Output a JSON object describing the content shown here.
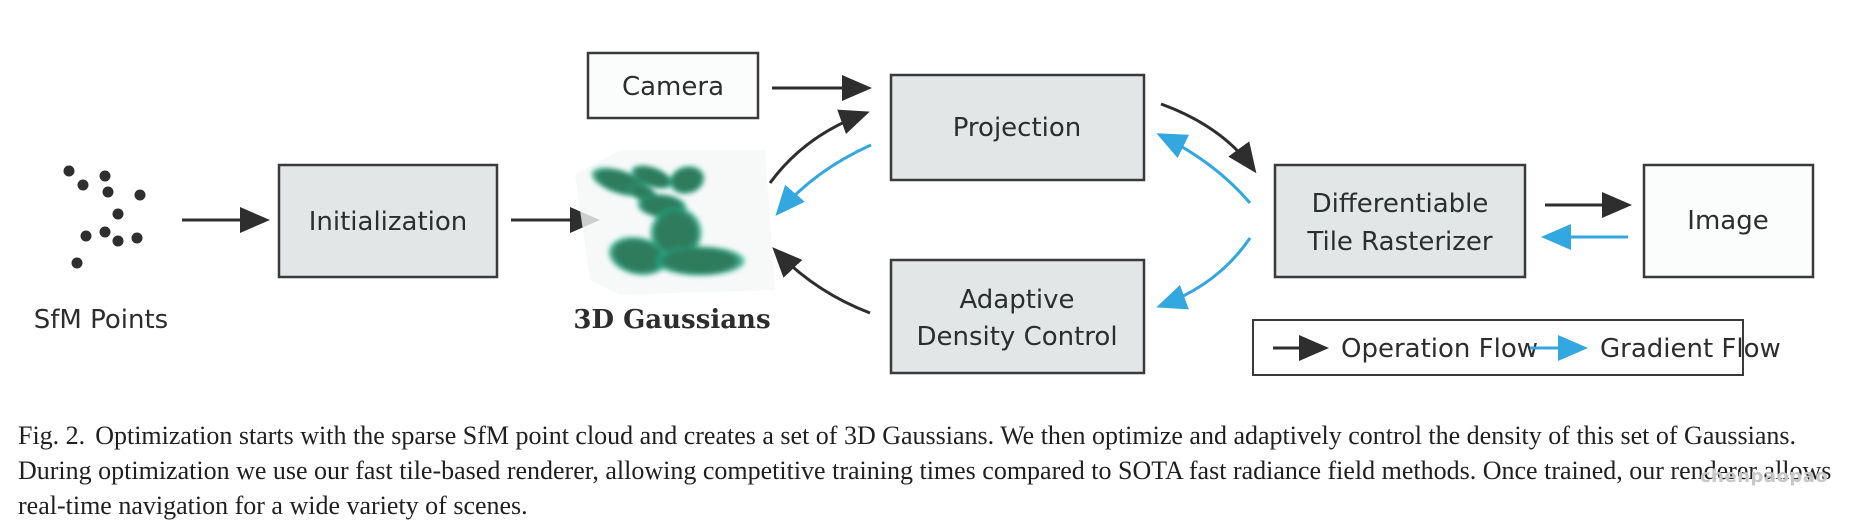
{
  "colors": {
    "operation": "#2e2e2e",
    "gradient": "#33a7df",
    "box_fill_grey": "#e3e6e7",
    "box_fill_white": "#fbfcfc",
    "box_border": "#3a3a3a",
    "gaussian_green": "#2e7d5e",
    "gaussian_edge": "#12b38a"
  },
  "nodes": {
    "sfm_points": {
      "label": "SfM Points"
    },
    "initialization": {
      "label": "Initialization"
    },
    "gaussians": {
      "label": "3D Gaussians"
    },
    "camera": {
      "label": "Camera"
    },
    "projection": {
      "label": "Projection"
    },
    "adaptive_density_control": {
      "label_line1": "Adaptive",
      "label_line2": "Density Control"
    },
    "rasterizer": {
      "label_line1": "Differentiable",
      "label_line2": "Tile Rasterizer"
    },
    "image": {
      "label": "Image"
    }
  },
  "edges": [
    {
      "from": "sfm_points",
      "to": "initialization",
      "type": "operation"
    },
    {
      "from": "initialization",
      "to": "gaussians",
      "type": "operation"
    },
    {
      "from": "camera",
      "to": "projection",
      "type": "operation"
    },
    {
      "from": "gaussians",
      "to": "projection",
      "type": "operation"
    },
    {
      "from": "projection",
      "to": "gaussians",
      "type": "gradient"
    },
    {
      "from": "adaptive_density_control",
      "to": "gaussians",
      "type": "operation"
    },
    {
      "from": "projection",
      "to": "rasterizer",
      "type": "operation"
    },
    {
      "from": "rasterizer",
      "to": "projection",
      "type": "gradient"
    },
    {
      "from": "rasterizer",
      "to": "adaptive_density_control",
      "type": "gradient"
    },
    {
      "from": "rasterizer",
      "to": "image",
      "type": "operation"
    },
    {
      "from": "image",
      "to": "rasterizer",
      "type": "gradient"
    }
  ],
  "legend": {
    "operation_label": "Operation Flow",
    "gradient_label": "Gradient Flow"
  },
  "caption": {
    "fig_label": "Fig. 2.",
    "text": "Optimization starts with the sparse SfM point cloud and creates a set of 3D Gaussians. We then optimize and adaptively control the density of this set of Gaussians. During optimization we use our fast tile-based renderer, allowing competitive training times compared to SOTA fast radiance field methods. Once trained, our renderer allows real-time navigation for a wide variety of scenes."
  },
  "watermark": "chenpaopao"
}
